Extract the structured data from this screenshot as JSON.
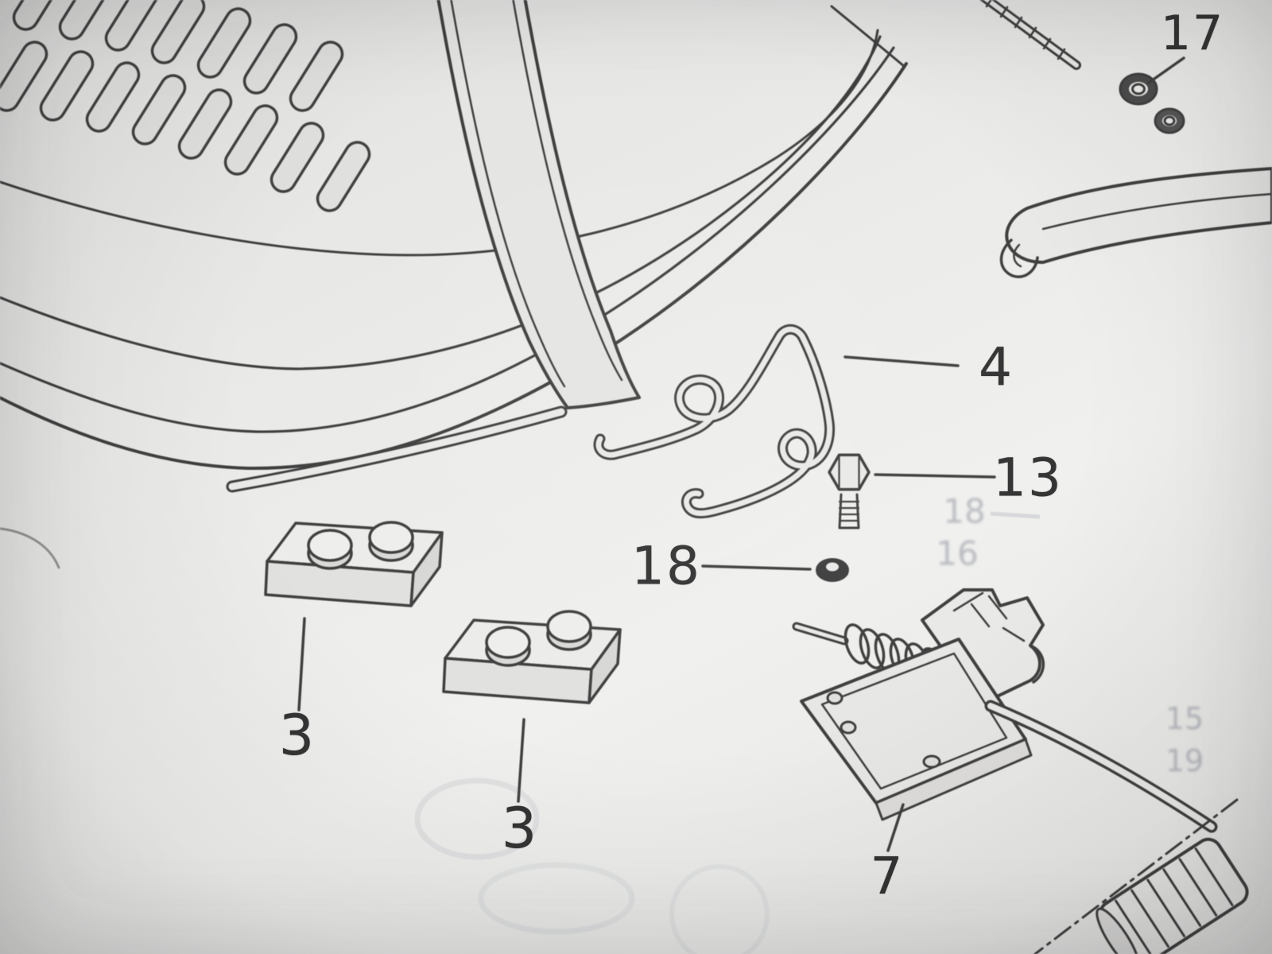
{
  "colors": {
    "paper": "#e9e9e7",
    "ink": "#3f3f3f"
  },
  "callouts": [
    {
      "label": "4",
      "part": "spring-clip"
    },
    {
      "label": "13",
      "part": "hex-bolt"
    },
    {
      "label": "18",
      "part": "grommet-nut"
    },
    {
      "label": "3",
      "part": "cushion-mount-block"
    },
    {
      "label": "3",
      "part": "cushion-mount-block"
    },
    {
      "label": "7",
      "part": "seat-latch-assembly"
    },
    {
      "label": "17",
      "part": "washer"
    }
  ],
  "ghost_showthrough": [
    {
      "label": "18"
    },
    {
      "label": "16"
    },
    {
      "label": "15"
    },
    {
      "label": "19"
    }
  ]
}
